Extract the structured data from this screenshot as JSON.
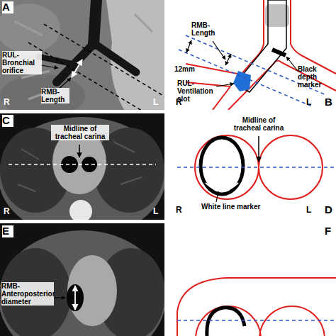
{
  "diagram": {
    "labels": [
      "A",
      "RUL-Bronchial orifice",
      "RMB-Length",
      "R",
      "L",
      "RMB-Length",
      "12mm",
      "Black depth marker",
      "RUL-Ventilation slot",
      "R",
      "L",
      "B",
      "C",
      "Midline of tracheal carina",
      "R",
      "L",
      "Midline of tracheal carina",
      "White line marker",
      "R",
      "L",
      "D",
      "E",
      "RMB-Anteroposterior diameter",
      "F"
    ]
  }
}
